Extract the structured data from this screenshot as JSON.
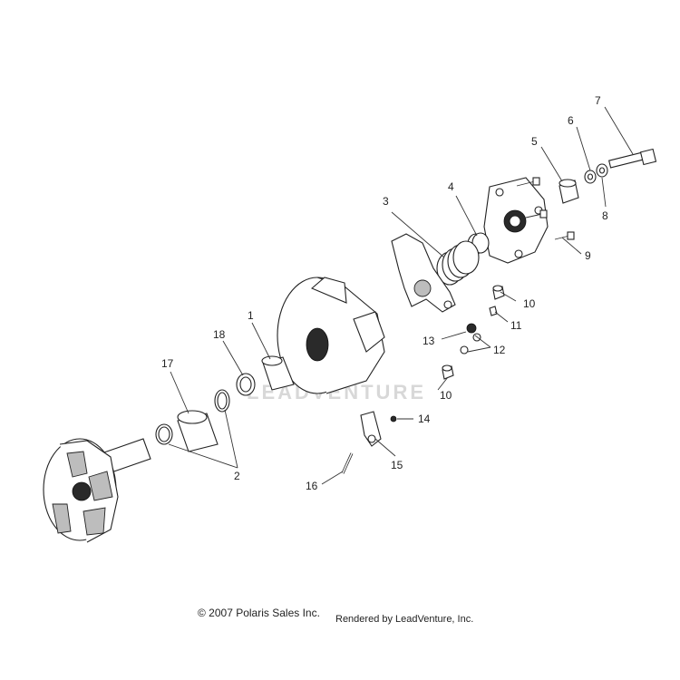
{
  "watermark": "LEADVENTURE",
  "callouts": [
    "1",
    "2",
    "3",
    "4",
    "5",
    "6",
    "7",
    "8",
    "9",
    "10",
    "10",
    "11",
    "12",
    "13",
    "14",
    "15",
    "16",
    "17",
    "18"
  ],
  "footer": {
    "copyright": "© 2007 Polaris Sales Inc.",
    "rendered_by": "Rendered by LeadVenture, Inc."
  }
}
